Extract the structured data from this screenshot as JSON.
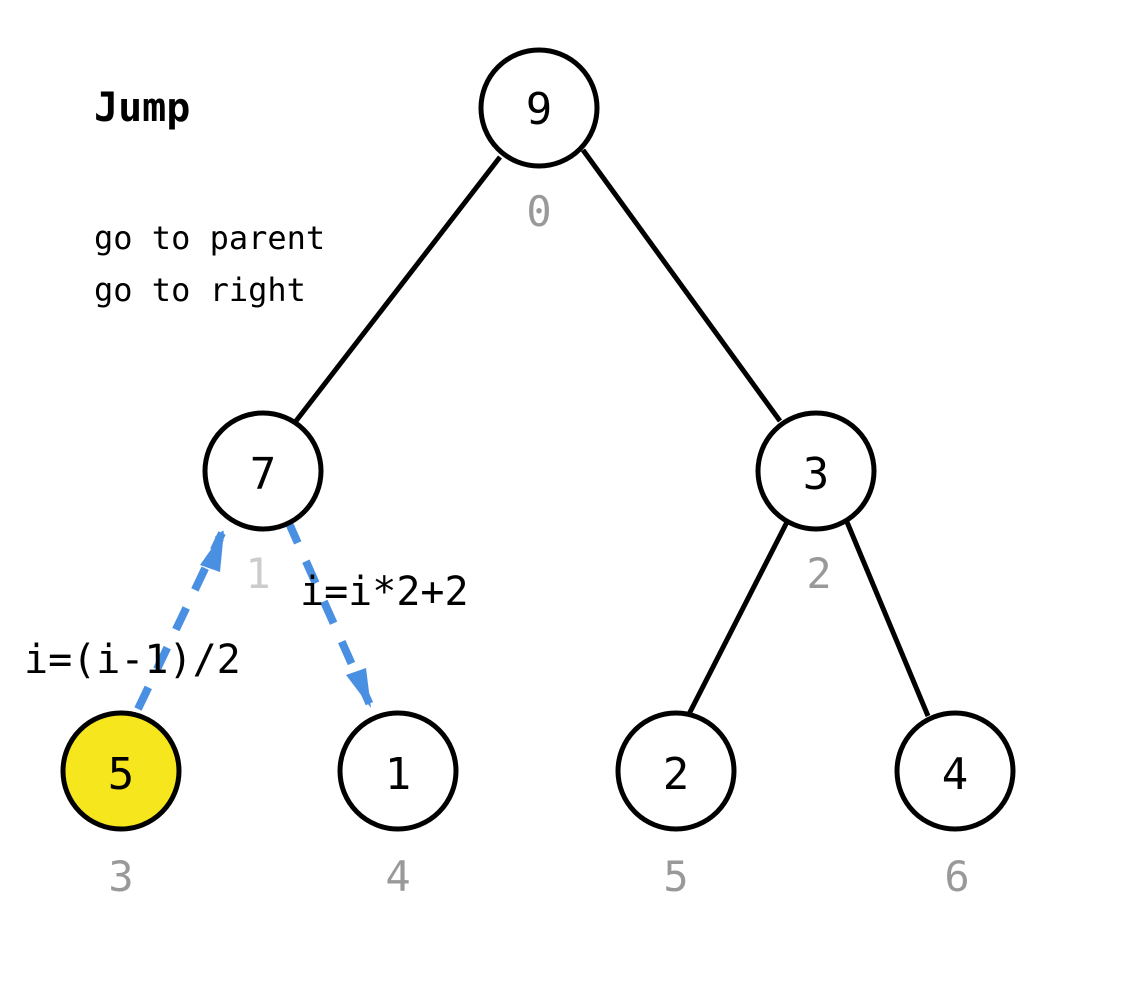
{
  "title": "Jump",
  "steps": [
    "go to parent",
    "go to right"
  ],
  "nodes": [
    {
      "index": "0",
      "value": "9"
    },
    {
      "index": "1",
      "value": "7"
    },
    {
      "index": "2",
      "value": "3"
    },
    {
      "index": "3",
      "value": "5"
    },
    {
      "index": "4",
      "value": "1"
    },
    {
      "index": "5",
      "value": "2"
    },
    {
      "index": "6",
      "value": "4"
    }
  ],
  "highlighted_node_index": "3",
  "formulas": {
    "parent": "i=(i-1)/2",
    "right_child": "i=i*2+2"
  },
  "colors": {
    "highlight_fill": "#f5e61e",
    "arrow": "#4a90e2",
    "index_label": "#999999",
    "edge": "#000000"
  }
}
